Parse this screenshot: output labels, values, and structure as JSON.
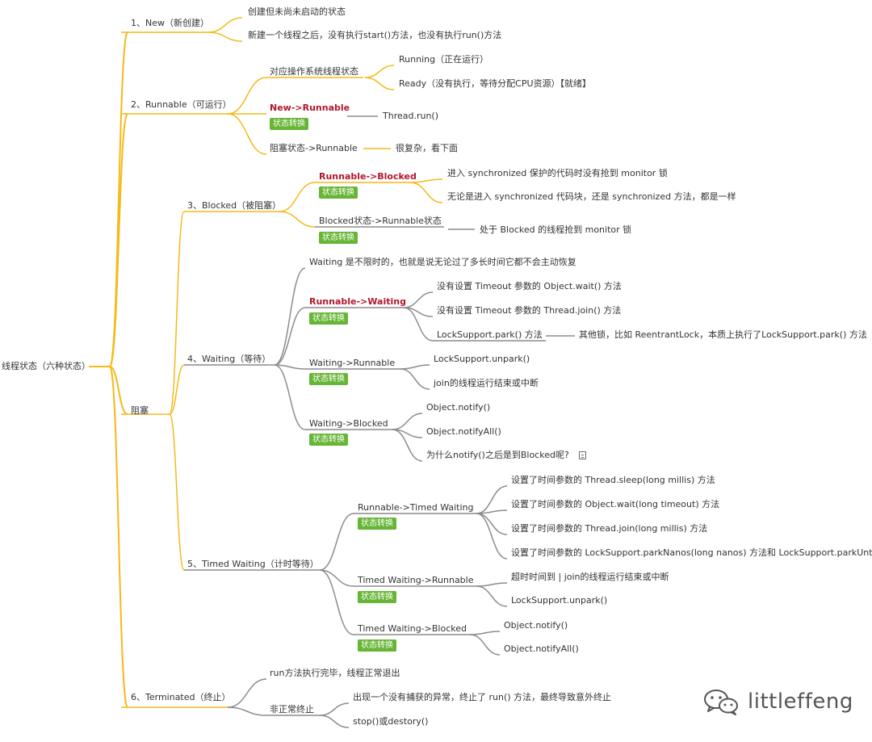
{
  "colors": {
    "branch_yellow": "#f5b919",
    "branch_gray": "#8c8c8c",
    "tag_green": "#67b536",
    "title_red": "#b0172b"
  },
  "tag_label": "状态转换",
  "watermark": {
    "icon": "wechat-icon",
    "text": "littleffeng"
  },
  "tree": {
    "root": "线程状态（六种状态）",
    "new": {
      "label": "1、New（新创建）",
      "children": [
        "创建但未尚未启动的状态",
        "新建一个线程之后，没有执行start()方法，也没有执行run()方法"
      ]
    },
    "runnable": {
      "label": "2、Runnable（可运行）",
      "os_state": {
        "label": "对应操作系统线程状态",
        "children": [
          "Running（正在运行）",
          "Ready（没有执行，等待分配CPU资源）【就绪】"
        ]
      },
      "new_to_runnable": {
        "label": "New->Runnable",
        "child": "Thread.run()"
      },
      "blocked_to_runnable": {
        "label": "阻塞状态->Runnable",
        "child": "很复杂，看下面"
      }
    },
    "blocking": {
      "label": "阻塞",
      "blocked": {
        "label": "3、Blocked（被阻塞）",
        "runnable_to_blocked": {
          "label": "Runnable->Blocked",
          "children": [
            "进入 synchronized 保护的代码时没有抢到 monitor 锁",
            "无论是进入 synchronized 代码块，还是 synchronized 方法，都是一样"
          ]
        },
        "blocked_to_runnable": {
          "label": "Blocked状态->Runnable状态",
          "child": "处于 Blocked 的线程抢到 monitor 锁"
        }
      },
      "waiting": {
        "label": "4、Waiting（等待）",
        "note": "Waiting 是不限时的，也就是说无论过了多长时间它都不会主动恢复",
        "runnable_to_waiting": {
          "label": "Runnable->Waiting",
          "children": [
            "没有设置 Timeout 参数的 Object.wait() 方法",
            "没有设置 Timeout 参数的 Thread.join() 方法",
            "LockSupport.park() 方法"
          ],
          "park_note": "其他锁，比如 ReentrantLock，本质上执行了LockSupport.park() 方法"
        },
        "waiting_to_runnable": {
          "label": "Waiting->Runnable",
          "children": [
            "LockSupport.unpark()",
            "join的线程运行结束或中断"
          ]
        },
        "waiting_to_blocked": {
          "label": "Waiting->Blocked",
          "children": [
            "Object.notify()",
            "Object.notifyAll()",
            "为什么notify()之后是到Blocked呢?"
          ]
        }
      },
      "timed_waiting": {
        "label": "5、Timed Waiting（计时等待）",
        "runnable_to_timed": {
          "label": "Runnable->Timed Waiting",
          "children": [
            "设置了时间参数的 Thread.sleep(long millis) 方法",
            "设置了时间参数的 Object.wait(long timeout) 方法",
            "设置了时间参数的 Thread.join(long millis) 方法",
            "设置了时间参数的 LockSupport.parkNanos(long nanos) 方法和 LockSupport.parkUnt"
          ]
        },
        "timed_to_runnable": {
          "label": "Timed Waiting->Runnable",
          "children": [
            "超时时间到 | join的线程运行结束或中断",
            "LockSupport.unpark()"
          ]
        },
        "timed_to_blocked": {
          "label": "Timed Waiting->Blocked",
          "children": [
            "Object.notify()",
            "Object.notifyAll()"
          ]
        }
      }
    },
    "terminated": {
      "label": "6、Terminated（终止）",
      "normal_exit": "run方法执行完毕，线程正常退出",
      "abnormal": {
        "label": "非正常终止",
        "children": [
          "出现一个没有捕获的异常，终止了 run() 方法，最终导致意外终止",
          "stop()或destory()"
        ]
      }
    }
  }
}
